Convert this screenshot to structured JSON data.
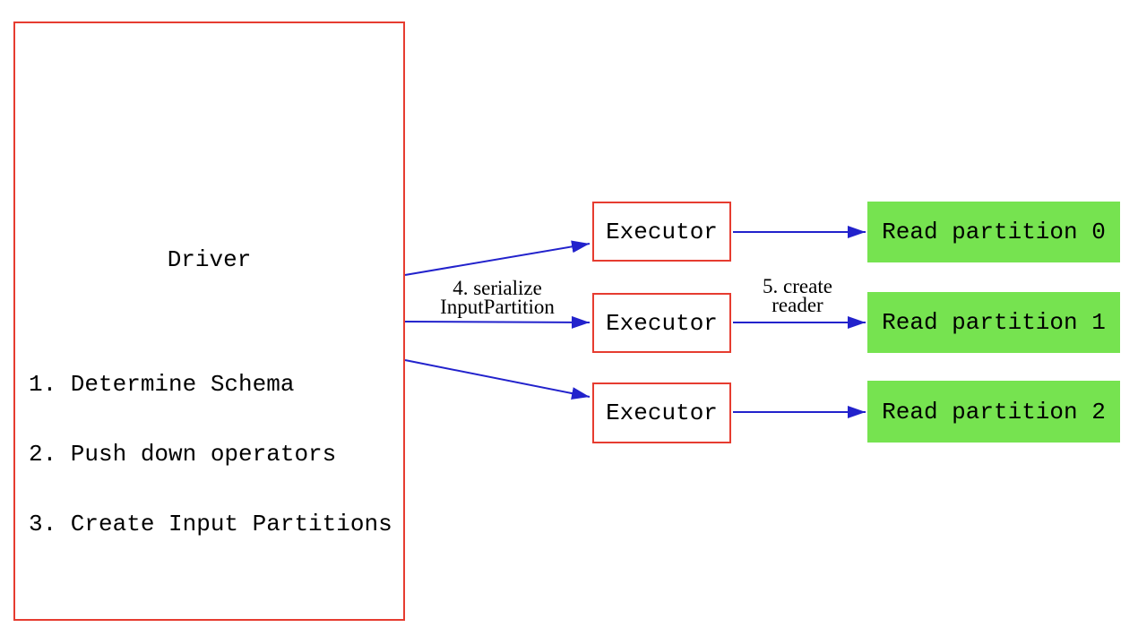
{
  "colors": {
    "box_border": "#e63c30",
    "partition_fill": "#76e350",
    "arrow": "#2222cc",
    "text": "#000000",
    "background": "#ffffff"
  },
  "driver": {
    "title": "Driver",
    "steps": [
      "1. Determine Schema",
      "2. Push down operators",
      "3. Create Input Partitions"
    ]
  },
  "executors": [
    {
      "label": "Executor"
    },
    {
      "label": "Executor"
    },
    {
      "label": "Executor"
    }
  ],
  "partitions": [
    {
      "label": "Read partition 0"
    },
    {
      "label": "Read partition 1"
    },
    {
      "label": "Read partition 2"
    }
  ],
  "arrow_labels": {
    "serialize": [
      "4. serialize",
      "InputPartition"
    ],
    "create_reader": [
      "5. create",
      "reader"
    ]
  }
}
